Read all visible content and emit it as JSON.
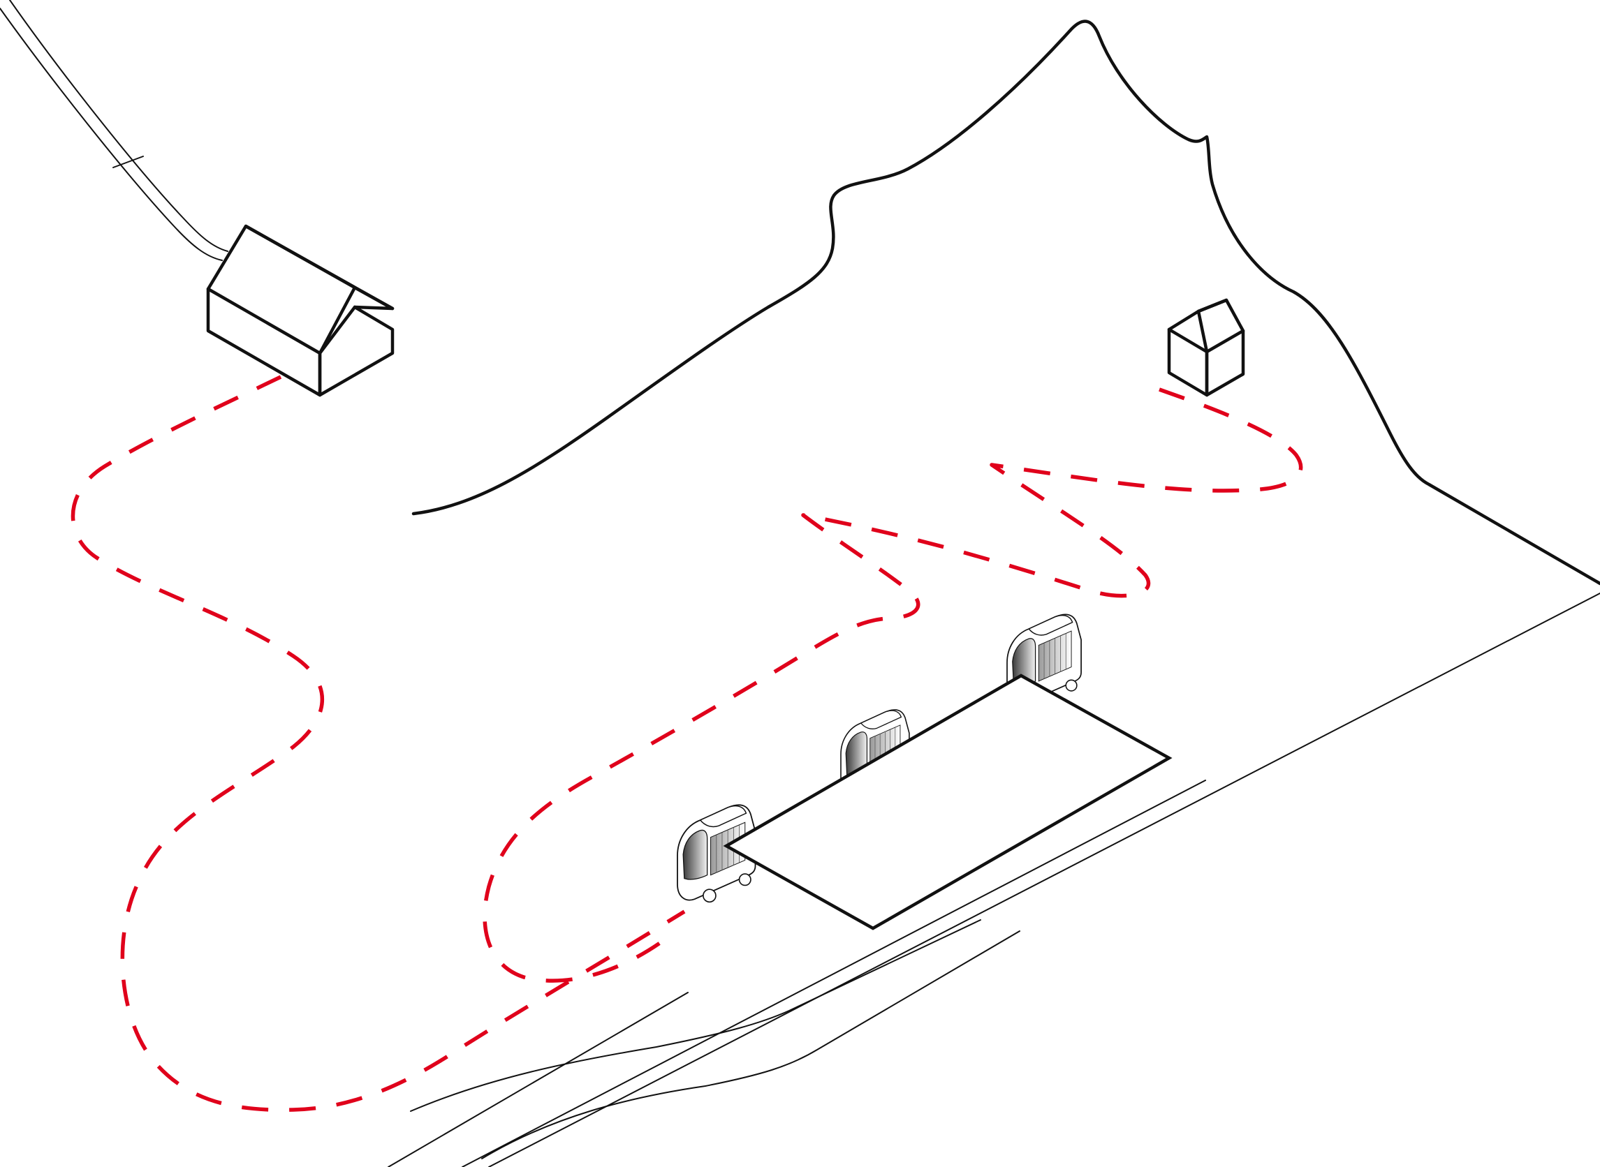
{
  "colors": {
    "background": "#ffffff",
    "line": "#111111",
    "route": "#e0001b",
    "vehicle_shade": "#7a7a7a"
  },
  "icons": {
    "mountain": "mountain-outline",
    "cable": "cable-line",
    "lower_station": "cable-car-station",
    "hut": "mountain-hut",
    "shuttle": "autonomous-shuttle",
    "shelter": "shuttle-shelter-roof",
    "road": "road-lines"
  },
  "routes": [
    {
      "id": "route-station-to-stop"
    },
    {
      "id": "route-hut-to-stop"
    }
  ],
  "vehicles": [
    {
      "id": "shuttle-front",
      "shade": "dark"
    },
    {
      "id": "shuttle-middle",
      "shade": "light"
    },
    {
      "id": "shuttle-back",
      "shade": "dark"
    }
  ]
}
